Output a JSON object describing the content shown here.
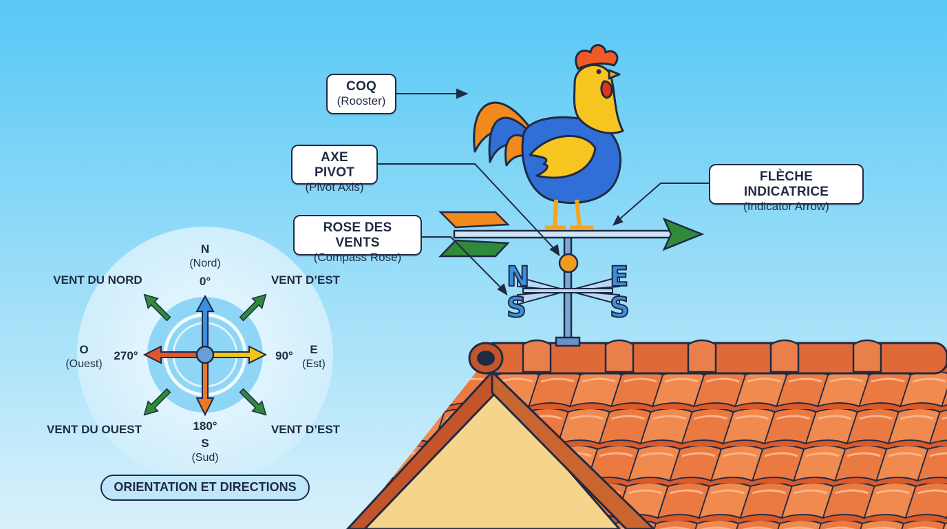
{
  "callouts": {
    "coq": {
      "title": "COQ",
      "subtitle": "(Rooster)"
    },
    "pivot": {
      "title": "AXE PIVOT",
      "subtitle": "(Pivot Axis)"
    },
    "rose": {
      "title": "ROSE DES VENTS",
      "subtitle": "(Compass Rose)"
    },
    "fleche": {
      "title": "FLÈCHE INDICATRICE",
      "subtitle": "(Indicator Arrow)"
    }
  },
  "vane_letters": {
    "n": "N",
    "e": "E",
    "s1": "S",
    "s2": "S"
  },
  "compass": {
    "north": {
      "letter": "N",
      "name": "(Nord)",
      "deg": "0°"
    },
    "east": {
      "letter": "E",
      "name": "(Est)",
      "deg": "90°"
    },
    "south": {
      "letter": "S",
      "name": "(Sud)",
      "deg": "180°"
    },
    "west": {
      "letter": "O",
      "name": "(Ouest)",
      "deg": "270°"
    },
    "winds": {
      "nw": "VENT DU NORD",
      "ne": "VENT D’EST",
      "sw": "VENT DU OUEST",
      "se": "VENT D’EST"
    },
    "title": "ORIENTATION ET DIRECTIONS"
  },
  "colors": {
    "sky_top": "#57c8f5",
    "sky_bottom": "#d8f1fb",
    "roof_tile": "#e06a35",
    "rooster_blue": "#2f6fd6",
    "rooster_yellow": "#f7c51f",
    "arrow_green": "#2f8a3a",
    "arrow_orange": "#f08a1c",
    "compass_blue": "#3b8fdc",
    "compass_yellow": "#f2c51a",
    "compass_red": "#e1572a",
    "compass_orange": "#e87a2a",
    "outline": "#1f2a44"
  }
}
